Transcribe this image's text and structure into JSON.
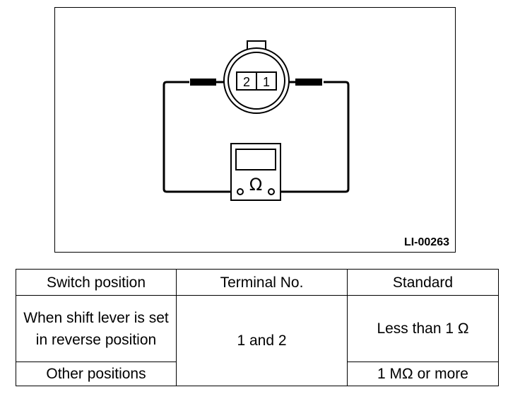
{
  "figure": {
    "terminal_left": "2",
    "terminal_right": "1",
    "meter_symbol": "Ω",
    "figure_id": "LI-00263",
    "meter_icon": "ohmmeter-icon",
    "connector_icon": "connector-icon"
  },
  "table": {
    "headers": [
      "Switch position",
      "Terminal No.",
      "Standard"
    ],
    "rows": [
      {
        "switch_position": "When shift lever is set in reverse position",
        "terminal": "1 and 2",
        "standard": "Less than 1 Ω"
      },
      {
        "switch_position": "Other positions",
        "terminal": "1 and 2",
        "standard": "1 MΩ or more"
      }
    ]
  }
}
